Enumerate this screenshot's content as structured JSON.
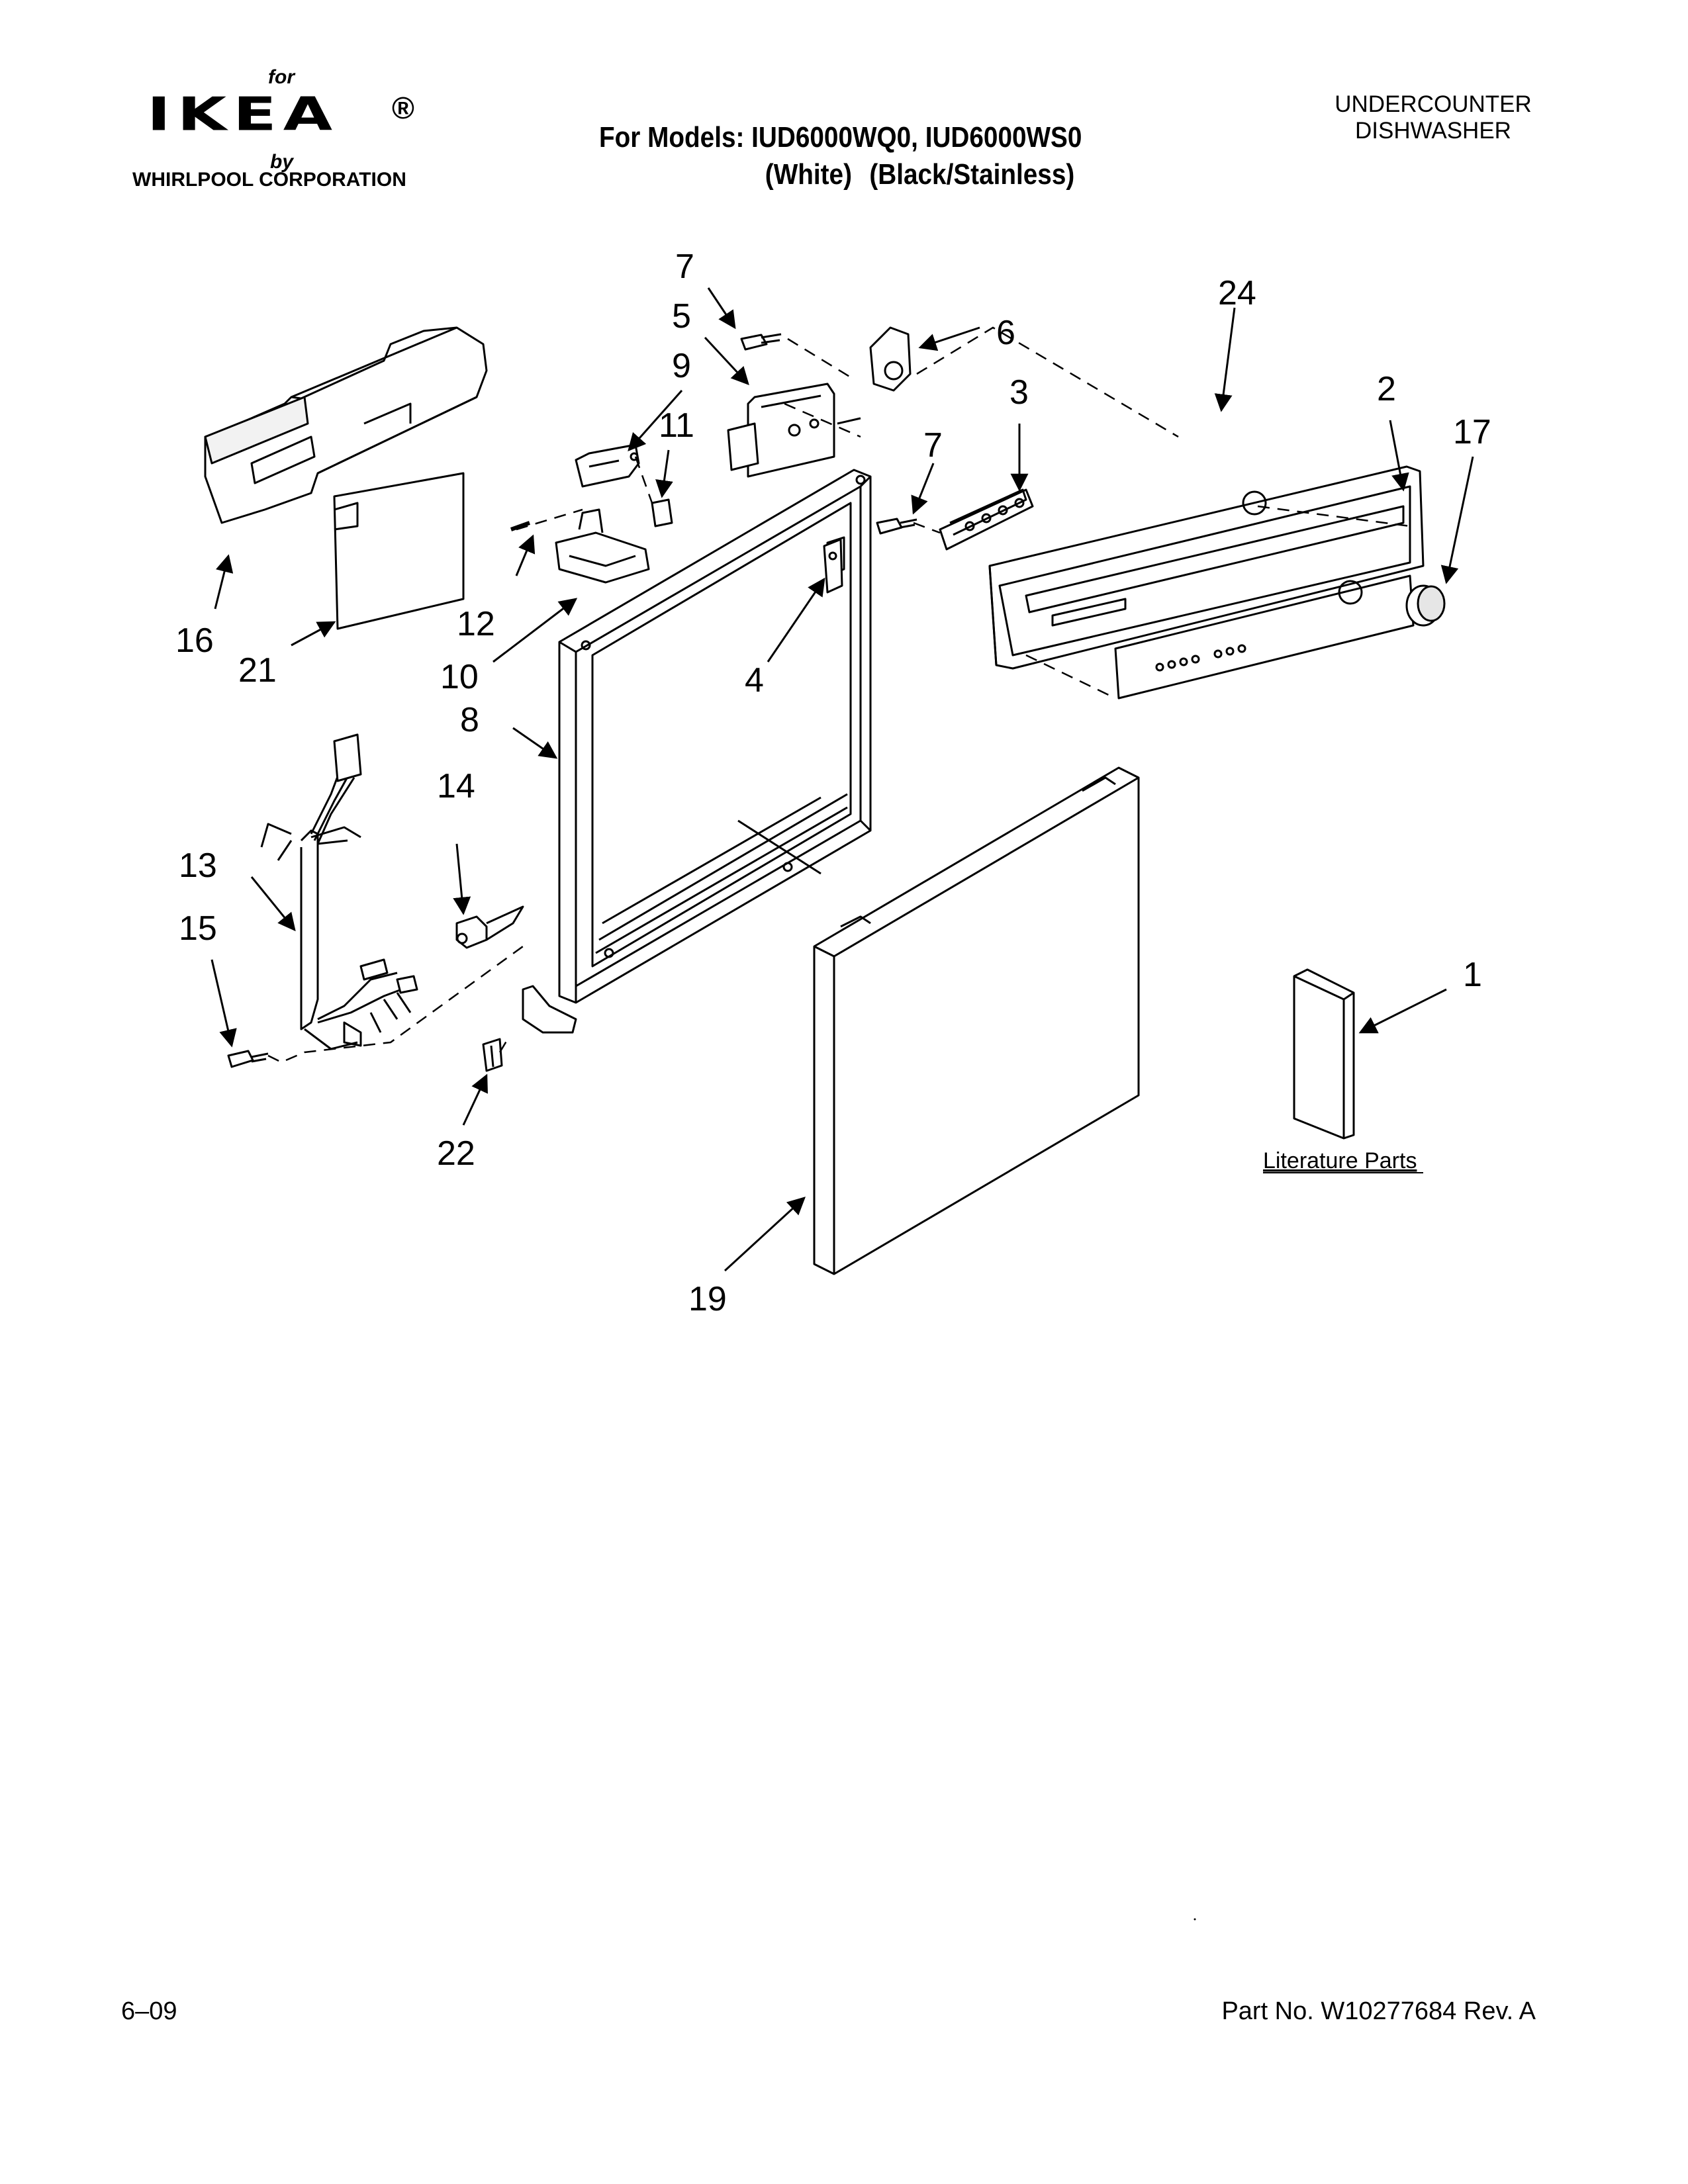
{
  "header": {
    "logo_for": "for",
    "logo_word": "IKEA",
    "logo_reg": "®",
    "logo_by": "by",
    "logo_corp": "WHIRLPOOL  CORPORATION",
    "models_label": "For Models: IUD6000WQ0, IUD6000WS0",
    "variant_white": "(White)",
    "variant_black": "(Black/Stainless)",
    "appliance_line1": "UNDERCOUNTER",
    "appliance_line2": "DISHWASHER"
  },
  "diagram": {
    "callouts": {
      "c1": "1",
      "c2": "2",
      "c3": "3",
      "c4": "4",
      "c5": "5",
      "c6": "6",
      "c7a": "7",
      "c7b": "7",
      "c8": "8",
      "c9": "9",
      "c10": "10",
      "c11": "11",
      "c12": "12",
      "c13": "13",
      "c14": "14",
      "c15": "15",
      "c16": "16",
      "c17": "17",
      "c19": "19",
      "c21": "21",
      "c22": "22",
      "c24": "24"
    },
    "literature_label": "Literature Parts"
  },
  "footer": {
    "date": "6–09",
    "part_number": "Part No. W10277684 Rev. A"
  },
  "colors": {
    "ink": "#000000",
    "paper": "#ffffff",
    "shade": "#e6e6e6"
  }
}
